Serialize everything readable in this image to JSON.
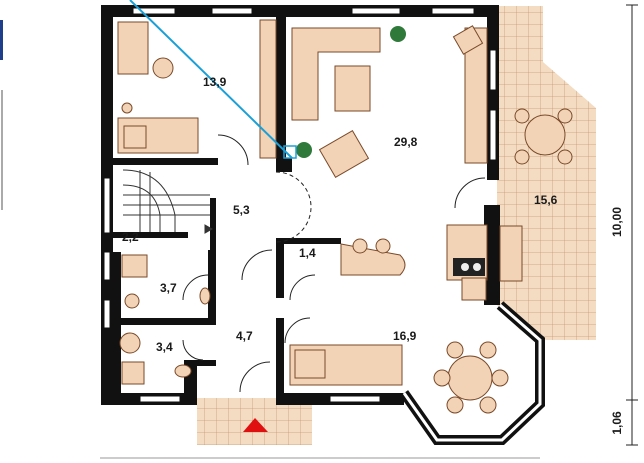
{
  "rooms": {
    "office": "13,9",
    "living": "29,8",
    "terrace": "15,6",
    "hall": "5,3",
    "stair": "2,2",
    "wc_upper": "3,7",
    "wc_lower": "3,4",
    "pantry": "1,4",
    "corridor": "4,7",
    "kitchen": "16,9"
  },
  "dimensions": {
    "height_main": "10,00",
    "height_entry": "1,06"
  },
  "colors": {
    "wall": "#111111",
    "furniture_fill": "#f2d3b5",
    "furniture_stroke": "#7a4a2a",
    "tile": "#f4dcc3",
    "tile_line": "#c69a74",
    "window": "#ffffff",
    "plant": "#2f7a3a",
    "pointer_line": "#1aa0d8",
    "entry_arrow": "#e01010"
  }
}
